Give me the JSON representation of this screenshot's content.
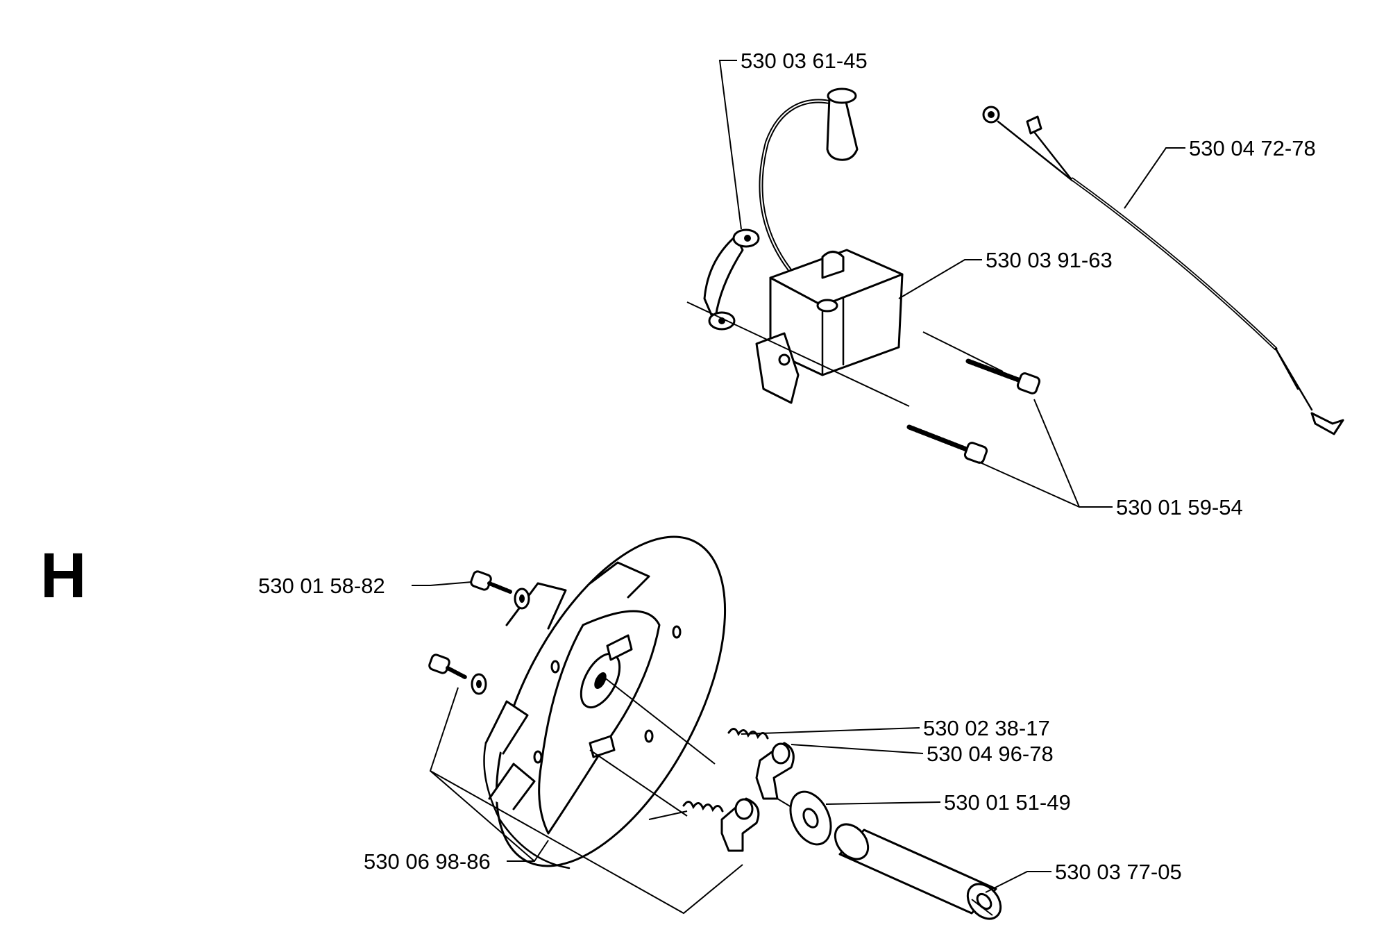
{
  "section_letter": "H",
  "parts": [
    {
      "id": "ignition-boot-bracket",
      "label": "530 03 61-45"
    },
    {
      "id": "wire-harness",
      "label": "530 04 72-78"
    },
    {
      "id": "ignition-module",
      "label": "530 03 91-63"
    },
    {
      "id": "module-screws",
      "label": "530 01 59-54"
    },
    {
      "id": "flywheel-screw",
      "label": "530 01 58-82"
    },
    {
      "id": "pawl-spring",
      "label": "530 02 38-17"
    },
    {
      "id": "pawl",
      "label": "530 04 96-78"
    },
    {
      "id": "washer",
      "label": "530 01 51-49"
    },
    {
      "id": "flywheel",
      "label": "530 06 98-86"
    },
    {
      "id": "sleeve",
      "label": "530 03 77-05"
    }
  ]
}
